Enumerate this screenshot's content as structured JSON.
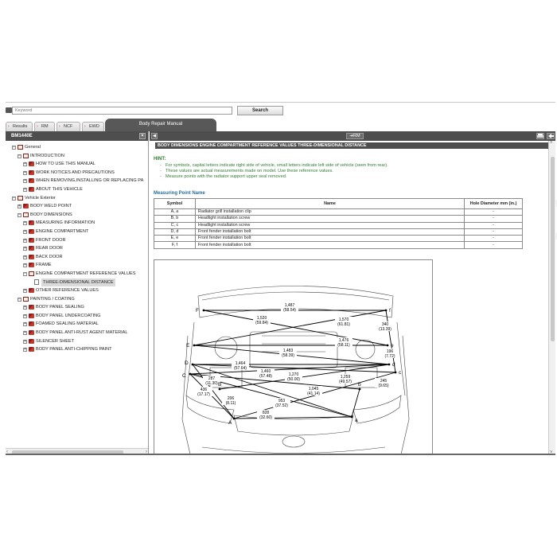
{
  "search": {
    "placeholder": "Keyword",
    "button": "Search"
  },
  "tabs": [
    {
      "label": "Results"
    },
    {
      "label": "RM"
    },
    {
      "label": "NCF"
    },
    {
      "label": "EWD"
    }
  ],
  "main_tab": "Body Repair Manual",
  "left_panel": {
    "title": "BM1440E",
    "close": "×",
    "tree": [
      {
        "label": "General",
        "level": 0,
        "box": "−",
        "icon": "open"
      },
      {
        "label": "INTRODUCTION",
        "level": 1,
        "box": "−",
        "icon": "open"
      },
      {
        "label": "HOW TO USE THIS MANUAL",
        "level": 2,
        "box": "+",
        "icon": "closed"
      },
      {
        "label": "WORK NOTICES AND PRECAUTIONS",
        "level": 2,
        "box": "+",
        "icon": "closed"
      },
      {
        "label": "WHEN REMOVING,INSTALLING OR REPLACING PA",
        "level": 2,
        "box": "+",
        "icon": "closed"
      },
      {
        "label": "ABOUT THIS VEHICLE",
        "level": 2,
        "box": "+",
        "icon": "closed"
      },
      {
        "label": "Vehicle Exterior",
        "level": 0,
        "box": "−",
        "icon": "open"
      },
      {
        "label": "BODY WELD POINT",
        "level": 1,
        "box": "+",
        "icon": "closed"
      },
      {
        "label": "BODY DIMENSIONS",
        "level": 1,
        "box": "−",
        "icon": "open"
      },
      {
        "label": "MEASURING INFORMATION",
        "level": 2,
        "box": "+",
        "icon": "closed"
      },
      {
        "label": "ENGINE COMPARTMENT",
        "level": 2,
        "box": "+",
        "icon": "closed"
      },
      {
        "label": "FRONT DOOR",
        "level": 2,
        "box": "+",
        "icon": "closed"
      },
      {
        "label": "REAR DOOR",
        "level": 2,
        "box": "+",
        "icon": "closed"
      },
      {
        "label": "BACK DOOR",
        "level": 2,
        "box": "+",
        "icon": "closed"
      },
      {
        "label": "FRAME",
        "level": 2,
        "box": "+",
        "icon": "closed"
      },
      {
        "label": "ENGINE COMPARTMENT REFERENCE VALUES",
        "level": 2,
        "box": "−",
        "icon": "open"
      },
      {
        "label": "THREE-DIMENSIONAL DISTANCE",
        "level": 3,
        "box": "",
        "icon": "doc",
        "selected": true
      },
      {
        "label": "OTHER REFERENCE VALUES",
        "level": 2,
        "box": "+",
        "icon": "closed"
      },
      {
        "label": "PAINTING / COATING",
        "level": 1,
        "box": "−",
        "icon": "open"
      },
      {
        "label": "BODY PANEL SEALING",
        "level": 2,
        "box": "+",
        "icon": "closed"
      },
      {
        "label": "BODY PANEL UNDERCOATING",
        "level": 2,
        "box": "+",
        "icon": "closed"
      },
      {
        "label": "FOAMED SEALING MATERIAL",
        "level": 2,
        "box": "+",
        "icon": "closed"
      },
      {
        "label": "BODY PANEL ANTI-RUST AGENT MATERIAL",
        "level": 2,
        "box": "+",
        "icon": "closed"
      },
      {
        "label": "SILENCER SHEET",
        "level": 2,
        "box": "+",
        "icon": "closed"
      },
      {
        "label": "BODY PANEL ANTI-CHIPPING PAINT",
        "level": 2,
        "box": "+",
        "icon": "closed"
      }
    ]
  },
  "toolbar": {
    "rm_label": "➔RM",
    "back": "◀",
    "print_icon": "printer-icon",
    "exit_icon": "exit-icon"
  },
  "content": {
    "title": "BODY DIMENSIONS  ENGINE COMPARTMENT REFERENCE VALUES  THREE-DIMENSIONAL DISTANCE",
    "hint_label": "HINT:",
    "hints": [
      "For symbols, capital letters indicate right side of vehicle, small letters indicate left side of vehicle (seen from rear).",
      "These values are actual measurements made on model. Use these reference values.",
      "Measure points with the radiator support upper seal removed."
    ],
    "measuring_title": "Measuring Point Name",
    "table": {
      "headers": [
        "Symbol",
        "Name",
        "Hole Diameter mm (in.)"
      ],
      "rows": [
        [
          "A, a",
          "Radiator grill installation clip",
          "-"
        ],
        [
          "B, b",
          "Headlight installation screw",
          "-"
        ],
        [
          "C, c",
          "Headlight installation screw",
          "-"
        ],
        [
          "D, d",
          "Front fender installation bolt",
          "-"
        ],
        [
          "E, e",
          "Front fender installation bolt",
          "-"
        ],
        [
          "F, f",
          "Front fender installation bolt",
          "-"
        ]
      ]
    },
    "figure": {
      "points": [
        "F",
        "f",
        "E",
        "e",
        "D",
        "d",
        "C",
        "c",
        "B",
        "b",
        "A",
        "a"
      ],
      "dims": [
        {
          "v": "1,487",
          "s": "(58.54)"
        },
        {
          "v": "1,520",
          "s": "(59.84)"
        },
        {
          "v": "1,570",
          "s": "(61.81)"
        },
        {
          "v": "340",
          "s": "(13.39)"
        },
        {
          "v": "1,476",
          "s": "(58.11)"
        },
        {
          "v": "1,483",
          "s": "(58.39)"
        },
        {
          "v": "196",
          "s": "(7.72)"
        },
        {
          "v": "1,464",
          "s": "(57.64)"
        },
        {
          "v": "1,460",
          "s": "(57.48)"
        },
        {
          "v": "1,270",
          "s": "(50.00)"
        },
        {
          "v": "1,259",
          "s": "(49.57)"
        },
        {
          "v": "245",
          "s": "(9.65)"
        },
        {
          "v": "287",
          "s": "(11.30)"
        },
        {
          "v": "1,045",
          "s": "(41.14)"
        },
        {
          "v": "436",
          "s": "(17.17)"
        },
        {
          "v": "206",
          "s": "(8.11)"
        },
        {
          "v": "953",
          "s": "(37.52)"
        },
        {
          "v": "828",
          "s": "(32.60)"
        }
      ]
    }
  }
}
